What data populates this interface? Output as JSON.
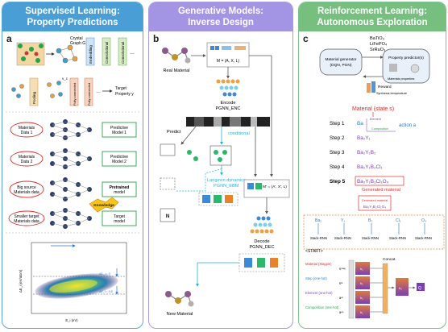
{
  "panels": {
    "a": {
      "title1": "Supervised Learning:",
      "title2": "Property Predictions",
      "label": "a",
      "crystal_graph": "Crystal",
      "crystal_graph2": "Graph G",
      "pooling": "Pooling",
      "embedding": "Embedding",
      "convolutional1": "Convolutional",
      "convolutional2": "Convolutional",
      "fully1": "Fully-connected",
      "fully2": "Fully-connected",
      "vc": "v_c",
      "target1": "Target",
      "target2": "Property y",
      "data1a": "Materials",
      "data1b": "Data 1",
      "data2a": "Materials",
      "data2b": "Data 2",
      "big_a": "Big source",
      "big_b": "Materials data",
      "small_a": "Smaller target",
      "small_b": "Materials data",
      "pm1a": "Predictive",
      "pm1b": "Model 1",
      "pm2a": "Predictive",
      "pm2b": "Model 2",
      "pre_a": "Pretrained",
      "pre_b": "model",
      "tar_a": "Target",
      "tar_b": "model",
      "knowledge": "Knowledge",
      "ylabel": "ΔE_i (eV/atom)",
      "xlabel": "E_i (eV)",
      "anno1": "ΔE_i = 0",
      "anno2": "ΔE_i = 0.5"
    },
    "b": {
      "title1": "Generative Models:",
      "title2": "Inverse Design",
      "label": "b",
      "real": "Real Material",
      "new": "New Material",
      "tuple1": "M = (A, X, L)",
      "tuple2": "M' = (A', X', L)",
      "encode": "Encode",
      "pgnn_enc": "PGNN_ENC",
      "decode": "Decode",
      "pgnn_dec": "PGNN_DEC",
      "predict": "Predict",
      "conditional": "conditional",
      "langevin": "Langevin dynamics",
      "pgnn_ebm": "PGNN_EBM",
      "n": "N"
    },
    "c": {
      "title1": "Reinforcement Learning:",
      "title2": "Autonomous Exploration",
      "label": "c",
      "compounds": [
        "BaTiO₃",
        "LiFePO₄",
        "SrRuO₃"
      ],
      "generator1": "Material generator",
      "generator2": "(DQN, PGN)",
      "predictor": "Property predictor(s)",
      "mat_props": "Materials properties",
      "reward": "Reward",
      "synthesis": "Synthesis temperature",
      "state": "Material (state s)",
      "element": "Element",
      "composition": "Composition",
      "action": "action a",
      "steps": [
        {
          "label": "Step 1",
          "formula": "Ba"
        },
        {
          "label": "Step 2",
          "formula": "Ba₂Y₁"
        },
        {
          "label": "Step 3",
          "formula": "Ba₂Y₁B₂"
        },
        {
          "label": "Step 4",
          "formula": "Ba₂Y₁B₂Cl₁"
        },
        {
          "label": "Step 5",
          "formula": "Ba₂Y₁B₂Cl₁O₄"
        }
      ],
      "generated": "Generated material",
      "generated2": "Generated material",
      "gen_formula": "Ba₂Y₁B₂Cl₁O₄",
      "rnn_tokens": [
        "Ba₂",
        "Y₁",
        "B₂",
        "Cl₁",
        "O₄"
      ],
      "stack_rnn": "Stack-RNN",
      "start": "<START>",
      "inputs": [
        {
          "label": "Material (Magpie)",
          "sym": "sᵐᵃᵍ"
        },
        {
          "label": "Step (one-hot)",
          "sym": "sˢᵗ"
        },
        {
          "label": "Element (one-hot)",
          "sym": "aᵉˡ"
        },
        {
          "label": "Composition (one-hot)",
          "sym": "aᶜᵒ"
        }
      ],
      "concat": "Concat.",
      "q": "Q",
      "h": "h₁",
      "h2": "h₂"
    }
  },
  "colors": {
    "blue": "#4a9ed6",
    "purple": "#a394e4",
    "green": "#76bf7e",
    "red": "#d9302c",
    "orange": "#e8822c",
    "accent_blue": "#2a78c8"
  }
}
